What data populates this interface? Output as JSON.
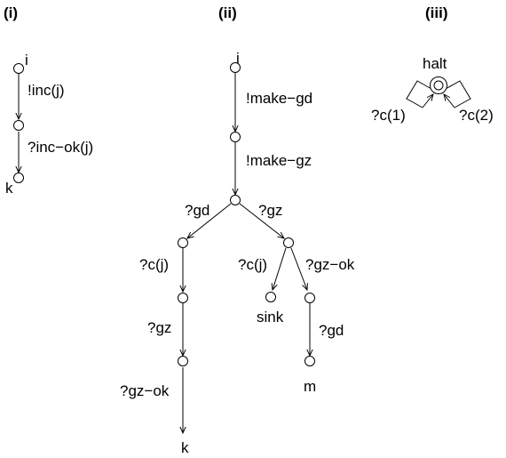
{
  "panels": {
    "i": {
      "heading": "(i)",
      "nodes": {
        "start": "i",
        "end": "k"
      },
      "edges": [
        "!inc(j)",
        "?inc−ok(j)"
      ]
    },
    "ii": {
      "heading": "(ii)",
      "nodes": {
        "start": "i",
        "sink": "sink",
        "m": "m",
        "k": "k"
      },
      "edges": {
        "make_gd": "!make−gd",
        "make_gz": "!make−gz",
        "gd_left": "?gd",
        "gz_right": "?gz",
        "cj_left": "?c(j)",
        "gz_left": "?gz",
        "gzok_left": "?gz−ok",
        "cj_right": "?c(j)",
        "gzok_right": "?gz−ok",
        "gd_right": "?gd"
      }
    },
    "iii": {
      "heading": "(iii)",
      "nodes": {
        "halt": "halt"
      },
      "edges": {
        "c1": "?c(1)",
        "c2": "?c(2)"
      }
    }
  }
}
